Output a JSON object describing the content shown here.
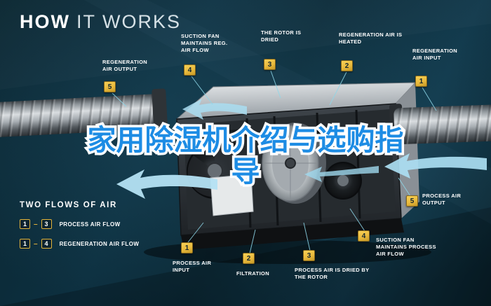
{
  "title": {
    "word1": "HOW",
    "word2": "IT WORKS"
  },
  "watermark": {
    "text": "家用除湿机介绍与选购指导",
    "line1": "家用除湿机介绍与选购指",
    "line2": "导"
  },
  "callouts": {
    "top": [
      {
        "num": "5",
        "label": "REGENERATION AIR OUTPUT"
      },
      {
        "num": "4",
        "label": "SUCTION FAN MAINTAINS REG. AIR FLOW"
      },
      {
        "num": "3",
        "label": "THE ROTOR IS DRIED"
      },
      {
        "num": "2",
        "label": "REGENERATION AIR IS HEATED"
      },
      {
        "num": "1",
        "label": "REGENERATION AIR INPUT"
      }
    ],
    "bottom": [
      {
        "num": "1",
        "label": "PROCESS AIR INPUT"
      },
      {
        "num": "2",
        "label": "FILTRATION"
      },
      {
        "num": "3",
        "label": "PROCESS AIR IS DRIED BY THE ROTOR"
      },
      {
        "num": "4",
        "label": "SUCTION FAN MAINTAINS PROCESS AIR FLOW"
      },
      {
        "num": "5",
        "label": "PROCESS AIR OUTPUT"
      }
    ]
  },
  "legend": {
    "heading": "TWO FLOWS OF AIR",
    "rows": [
      {
        "from": "1",
        "dash": "–",
        "to": "3",
        "label": "PROCESS AIR FLOW"
      },
      {
        "from": "1",
        "dash": "–",
        "to": "4",
        "label": "REGENERATION AIR FLOW"
      }
    ]
  },
  "colors": {
    "background": "#0d2a37",
    "badge": "#e9ba3d",
    "badge_text": "#132630",
    "label_text": "#ffffff",
    "accent_line": "#8ed7e9",
    "airflow": "#b4e1f3",
    "watermark_color": "#1d8ce4"
  }
}
